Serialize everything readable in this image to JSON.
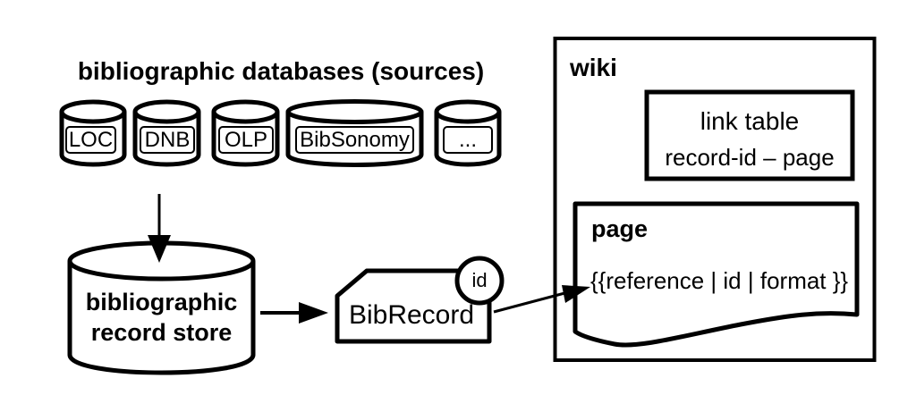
{
  "diagram": {
    "colors": {
      "ink": "#000000",
      "paper": "#ffffff"
    },
    "title": "bibliographic databases (sources)",
    "sources": {
      "items": [
        {
          "label": "LOC"
        },
        {
          "label": "DNB"
        },
        {
          "label": "OLP"
        },
        {
          "label": "BibSonomy"
        },
        {
          "label": "..."
        }
      ]
    },
    "record_store": {
      "label": "bibliographic record store"
    },
    "bib_record": {
      "label": "BibRecord",
      "badge": "id"
    },
    "wiki": {
      "title": "wiki",
      "link_table": {
        "title": "link table",
        "mapping": "record-id – page"
      },
      "page": {
        "title": "page",
        "content": "{{reference | id | format }}"
      }
    }
  }
}
